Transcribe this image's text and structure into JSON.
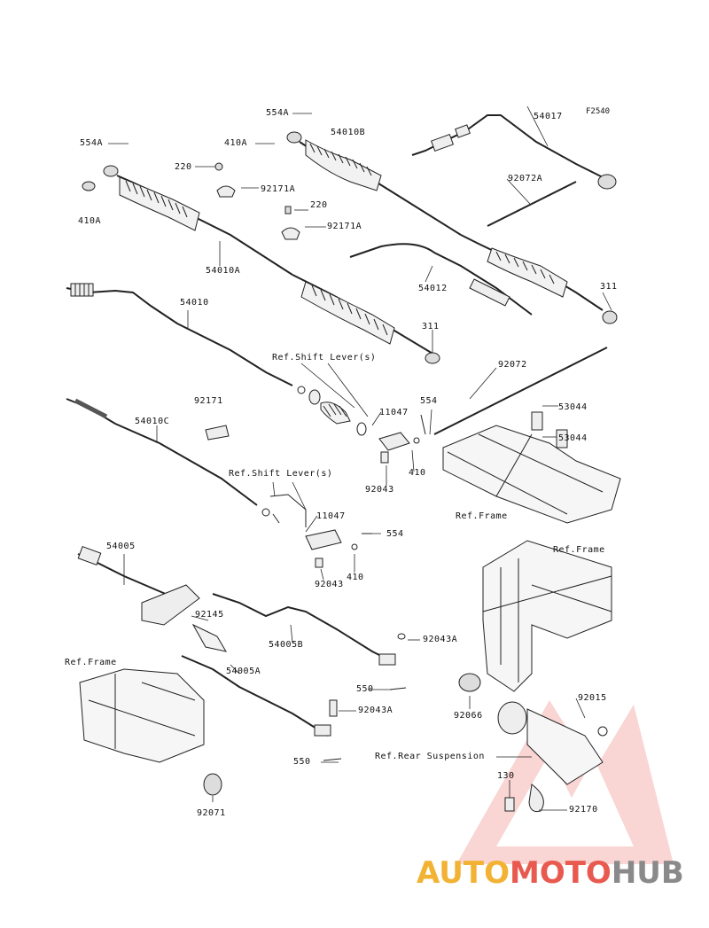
{
  "figure": {
    "code": "F2540",
    "part_labels": {
      "p554A_top": "554A",
      "p54017": "54017",
      "p554A_left": "554A",
      "p410A_mid": "410A",
      "p54010B": "54010B",
      "p220_a": "220",
      "p92171A_a": "92171A",
      "p92072A": "92072A",
      "p410A_left": "410A",
      "p220_b": "220",
      "p92171A_b": "92171A",
      "p54010A": "54010A",
      "p54012": "54012",
      "p311_right": "311",
      "p54010": "54010",
      "p311_mid": "311",
      "p92072": "92072",
      "p92171": "92171",
      "p11047_a": "11047",
      "p554_a": "554",
      "p53044_a": "53044",
      "p54010C": "54010C",
      "p53044_b": "53044",
      "p92043_a": "92043",
      "p410_a": "410",
      "p11047_b": "11047",
      "p554_b": "554",
      "p54005": "54005",
      "p92043_b": "92043",
      "p410_b": "410",
      "p92145": "92145",
      "p54005B": "54005B",
      "p92043A_a": "92043A",
      "p54005A": "54005A",
      "p550_a": "550",
      "p92066": "92066",
      "p92015": "92015",
      "p92043A_b": "92043A",
      "p550_b": "550",
      "p130": "130",
      "p92170": "92170",
      "p92071": "92071"
    },
    "references": {
      "shift_lever_1": "Ref.Shift Lever(s)",
      "shift_lever_2": "Ref.Shift Lever(s)",
      "frame_right_1": "Ref.Frame",
      "frame_right_2": "Ref.Frame",
      "frame_left": "Ref.Frame",
      "rear_suspension": "Ref.Rear Suspension"
    }
  },
  "watermark": {
    "part1": "AUTO",
    "part2": "MOTO",
    "part3": "HUB",
    "colors": {
      "auto": "#f2b233",
      "moto": "#e85a4f",
      "hub": "#8a8a8a",
      "triangle": "#e8493f"
    }
  }
}
